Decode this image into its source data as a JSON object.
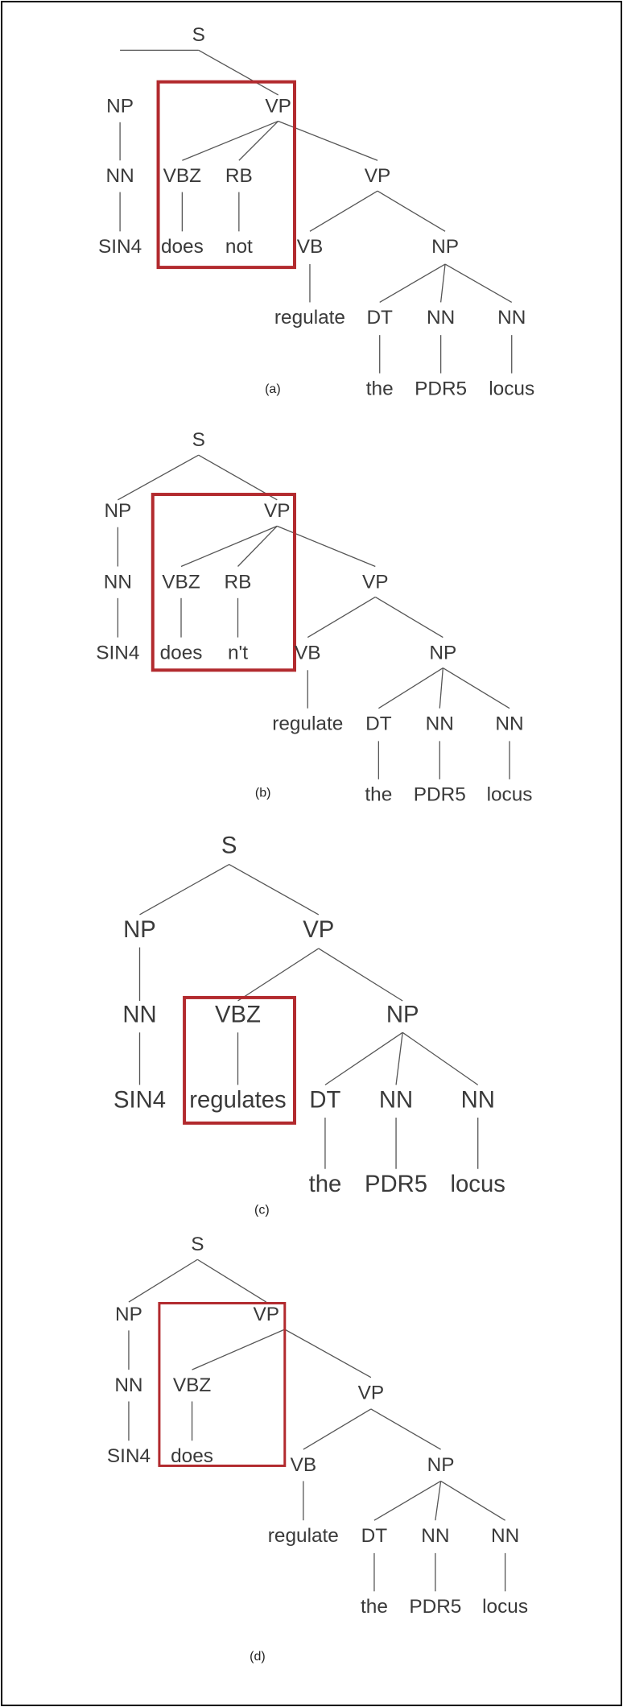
{
  "colors": {
    "highlight": "#b22a2e",
    "edge": "#555555",
    "text": "#3a3a3a"
  },
  "trees": [
    {
      "caption": "(a)",
      "nodes": {
        "S": "S",
        "NP": "NP",
        "VP": "VP",
        "NN": "NN",
        "VBZ": "VBZ",
        "RB": "RB",
        "VP2": "VP",
        "SIN4": "SIN4",
        "does": "does",
        "not": "not",
        "VB": "VB",
        "NP2": "NP",
        "regulate": "regulate",
        "DT": "DT",
        "NN2": "NN",
        "NN3": "NN",
        "the": "the",
        "PDR5": "PDR5",
        "locus": "locus"
      }
    },
    {
      "caption": "(b)",
      "nodes": {
        "S": "S",
        "NP": "NP",
        "VP": "VP",
        "NN": "NN",
        "VBZ": "VBZ",
        "RB": "RB",
        "VP2": "VP",
        "SIN4": "SIN4",
        "does": "does",
        "not": "n't",
        "VB": "VB",
        "NP2": "NP",
        "regulate": "regulate",
        "DT": "DT",
        "NN2": "NN",
        "NN3": "NN",
        "the": "the",
        "PDR5": "PDR5",
        "locus": "locus"
      }
    },
    {
      "caption": "(c)",
      "nodes": {
        "S": "S",
        "NP": "NP",
        "VP": "VP",
        "NN": "NN",
        "VBZ": "VBZ",
        "NP2": "NP",
        "SIN4": "SIN4",
        "regulates": "regulates",
        "DT": "DT",
        "NN2": "NN",
        "NN3": "NN",
        "the": "the",
        "PDR5": "PDR5",
        "locus": "locus"
      }
    },
    {
      "caption": "(d)",
      "nodes": {
        "S": "S",
        "NP": "NP",
        "VP": "VP",
        "NN": "NN",
        "VBZ": "VBZ",
        "VP2": "VP",
        "SIN4": "SIN4",
        "does": "does",
        "VB": "VB",
        "NP2": "NP",
        "regulate": "regulate",
        "DT": "DT",
        "NN2": "NN",
        "NN3": "NN",
        "the": "the",
        "PDR5": "PDR5",
        "locus": "locus"
      }
    }
  ]
}
